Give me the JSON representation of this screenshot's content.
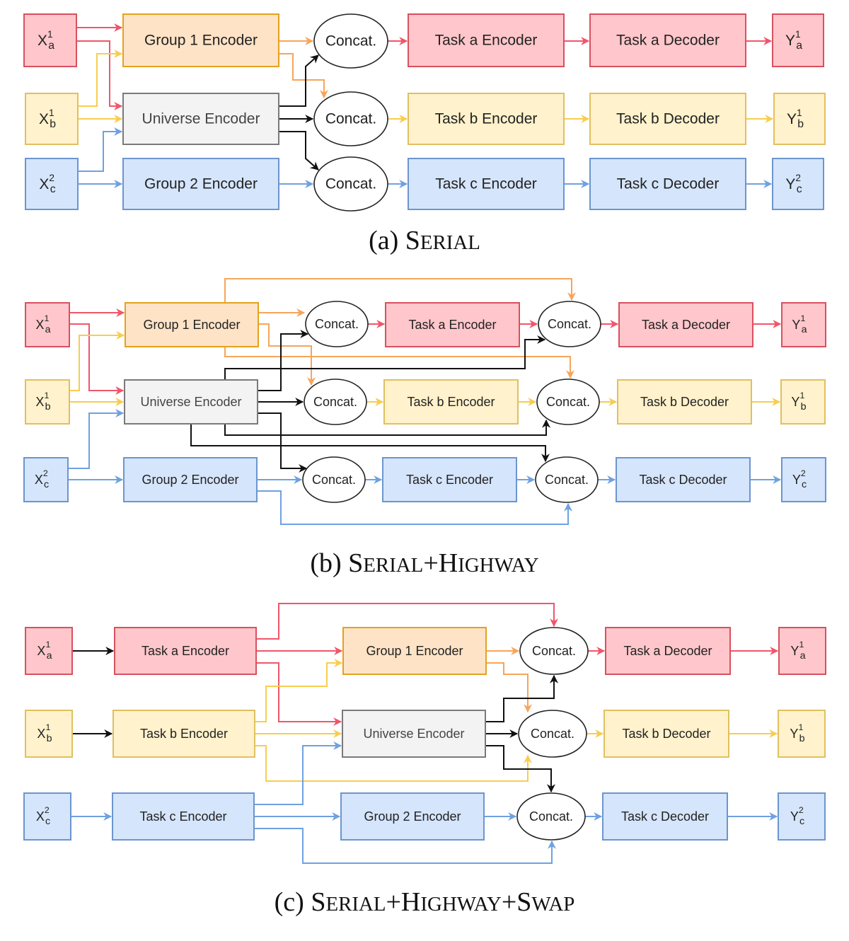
{
  "colors": {
    "red_fill": "#ffc7cb",
    "red_stroke": "#d9505f",
    "red_edge": "#f0566a",
    "yellow_fill": "#fff2cc",
    "yellow_stroke": "#e0c060",
    "yellow_edge": "#f8cd4e",
    "blue_fill": "#d5e5fb",
    "blue_stroke": "#6c95cf",
    "blue_edge": "#6fa1e0",
    "orange_fill": "#ffe3c6",
    "orange_stroke": "#e4a21f",
    "orange_edge": "#f6a55c",
    "gray_fill": "#f3f3f3",
    "gray_stroke": "#7a7a7a",
    "black_edge": "#111111",
    "ellipse_fill": "#ffffff",
    "ellipse_stroke": "#222222"
  },
  "labels": {
    "x1a": {
      "base": "X",
      "sup": "1",
      "sub": "a"
    },
    "x1b": {
      "base": "X",
      "sup": "1",
      "sub": "b"
    },
    "x2c": {
      "base": "X",
      "sup": "2",
      "sub": "c"
    },
    "y1a": {
      "base": "Y",
      "sup": "1",
      "sub": "a"
    },
    "y1b": {
      "base": "Y",
      "sup": "1",
      "sub": "b"
    },
    "y2c": {
      "base": "Y",
      "sup": "2",
      "sub": "c"
    },
    "group1": "Group 1 Encoder",
    "group2": "Group 2 Encoder",
    "universe": "Universe Encoder",
    "concat": "Concat.",
    "task_a_enc": "Task a Encoder",
    "task_b_enc": "Task b Encoder",
    "task_c_enc": "Task c Encoder",
    "task_a_dec": "Task a Decoder",
    "task_b_dec": "Task b Decoder",
    "task_c_dec": "Task c Decoder"
  },
  "panels": [
    {
      "id": "a",
      "caption_prefix": "(a) ",
      "caption_parts": [
        "SERIAL"
      ],
      "caption_join": "+",
      "nodes": [
        {
          "id": "x1a",
          "label": "x1a",
          "color": "red",
          "kind": "box"
        },
        {
          "id": "x1b",
          "label": "x1b",
          "color": "yellow",
          "kind": "box"
        },
        {
          "id": "x2c",
          "label": "x2c",
          "color": "blue",
          "kind": "box"
        },
        {
          "id": "g1",
          "label": "group1",
          "color": "orange",
          "kind": "box"
        },
        {
          "id": "u",
          "label": "universe",
          "color": "gray",
          "kind": "box"
        },
        {
          "id": "g2",
          "label": "group2",
          "color": "blue",
          "kind": "box"
        },
        {
          "id": "ca",
          "label": "concat",
          "kind": "ellipse"
        },
        {
          "id": "cb",
          "label": "concat",
          "kind": "ellipse"
        },
        {
          "id": "cc",
          "label": "concat",
          "kind": "ellipse"
        },
        {
          "id": "tae",
          "label": "task_a_enc",
          "color": "red",
          "kind": "box"
        },
        {
          "id": "tbe",
          "label": "task_b_enc",
          "color": "yellow",
          "kind": "box"
        },
        {
          "id": "tce",
          "label": "task_c_enc",
          "color": "blue",
          "kind": "box"
        },
        {
          "id": "tad",
          "label": "task_a_dec",
          "color": "red",
          "kind": "box"
        },
        {
          "id": "tbd",
          "label": "task_b_dec",
          "color": "yellow",
          "kind": "box"
        },
        {
          "id": "tcd",
          "label": "task_c_dec",
          "color": "blue",
          "kind": "box"
        },
        {
          "id": "y1a",
          "label": "y1a",
          "color": "red",
          "kind": "box"
        },
        {
          "id": "y1b",
          "label": "y1b",
          "color": "yellow",
          "kind": "box"
        },
        {
          "id": "y2c",
          "label": "y2c",
          "color": "blue",
          "kind": "box"
        }
      ],
      "edges": [
        {
          "from": "x1a",
          "to": "g1",
          "color": "red"
        },
        {
          "from": "x1a",
          "to": "u",
          "color": "red"
        },
        {
          "from": "x1b",
          "to": "g1",
          "color": "yellow"
        },
        {
          "from": "x1b",
          "to": "u",
          "color": "yellow"
        },
        {
          "from": "x2c",
          "to": "u",
          "color": "blue"
        },
        {
          "from": "x2c",
          "to": "g2",
          "color": "blue"
        },
        {
          "from": "g1",
          "to": "ca",
          "color": "orange"
        },
        {
          "from": "g1",
          "to": "cb",
          "color": "orange"
        },
        {
          "from": "u",
          "to": "ca",
          "color": "black"
        },
        {
          "from": "u",
          "to": "cb",
          "color": "black"
        },
        {
          "from": "u",
          "to": "cc",
          "color": "black"
        },
        {
          "from": "g2",
          "to": "cc",
          "color": "blue"
        },
        {
          "from": "ca",
          "to": "tae",
          "color": "red"
        },
        {
          "from": "cb",
          "to": "tbe",
          "color": "yellow"
        },
        {
          "from": "cc",
          "to": "tce",
          "color": "blue"
        },
        {
          "from": "tae",
          "to": "tad",
          "color": "red"
        },
        {
          "from": "tbe",
          "to": "tbd",
          "color": "yellow"
        },
        {
          "from": "tce",
          "to": "tcd",
          "color": "blue"
        },
        {
          "from": "tad",
          "to": "y1a",
          "color": "red"
        },
        {
          "from": "tbd",
          "to": "y1b",
          "color": "yellow"
        },
        {
          "from": "tcd",
          "to": "y2c",
          "color": "blue"
        }
      ]
    },
    {
      "id": "b",
      "caption_prefix": "(b) ",
      "caption_parts": [
        "SERIAL",
        "HIGHWAY"
      ],
      "caption_join": "+",
      "nodes": [
        {
          "id": "x1a",
          "label": "x1a",
          "color": "red",
          "kind": "box"
        },
        {
          "id": "x1b",
          "label": "x1b",
          "color": "yellow",
          "kind": "box"
        },
        {
          "id": "x2c",
          "label": "x2c",
          "color": "blue",
          "kind": "box"
        },
        {
          "id": "g1",
          "label": "group1",
          "color": "orange",
          "kind": "box"
        },
        {
          "id": "u",
          "label": "universe",
          "color": "gray",
          "kind": "box"
        },
        {
          "id": "g2",
          "label": "group2",
          "color": "blue",
          "kind": "box"
        },
        {
          "id": "c1a",
          "label": "concat",
          "kind": "ellipse"
        },
        {
          "id": "c1b",
          "label": "concat",
          "kind": "ellipse"
        },
        {
          "id": "c1c",
          "label": "concat",
          "kind": "ellipse"
        },
        {
          "id": "tae",
          "label": "task_a_enc",
          "color": "red",
          "kind": "box"
        },
        {
          "id": "tbe",
          "label": "task_b_enc",
          "color": "yellow",
          "kind": "box"
        },
        {
          "id": "tce",
          "label": "task_c_enc",
          "color": "blue",
          "kind": "box"
        },
        {
          "id": "c2a",
          "label": "concat",
          "kind": "ellipse"
        },
        {
          "id": "c2b",
          "label": "concat",
          "kind": "ellipse"
        },
        {
          "id": "c2c",
          "label": "concat",
          "kind": "ellipse"
        },
        {
          "id": "tad",
          "label": "task_a_dec",
          "color": "red",
          "kind": "box"
        },
        {
          "id": "tbd",
          "label": "task_b_dec",
          "color": "yellow",
          "kind": "box"
        },
        {
          "id": "tcd",
          "label": "task_c_dec",
          "color": "blue",
          "kind": "box"
        },
        {
          "id": "y1a",
          "label": "y1a",
          "color": "red",
          "kind": "box"
        },
        {
          "id": "y1b",
          "label": "y1b",
          "color": "yellow",
          "kind": "box"
        },
        {
          "id": "y2c",
          "label": "y2c",
          "color": "blue",
          "kind": "box"
        }
      ],
      "edges": [
        {
          "from": "x1a",
          "to": "g1",
          "color": "red"
        },
        {
          "from": "x1a",
          "to": "u",
          "color": "red"
        },
        {
          "from": "x1b",
          "to": "g1",
          "color": "yellow"
        },
        {
          "from": "x1b",
          "to": "u",
          "color": "yellow"
        },
        {
          "from": "x2c",
          "to": "u",
          "color": "blue"
        },
        {
          "from": "x2c",
          "to": "g2",
          "color": "blue"
        },
        {
          "from": "g1",
          "to": "c1a",
          "color": "orange"
        },
        {
          "from": "g1",
          "to": "c1b",
          "color": "orange"
        },
        {
          "from": "g1",
          "to": "c2a",
          "color": "orange"
        },
        {
          "from": "g1",
          "to": "c2b",
          "color": "orange"
        },
        {
          "from": "u",
          "to": "c1a",
          "color": "black"
        },
        {
          "from": "u",
          "to": "c1b",
          "color": "black"
        },
        {
          "from": "u",
          "to": "c1c",
          "color": "black"
        },
        {
          "from": "u",
          "to": "c2a",
          "color": "black"
        },
        {
          "from": "u",
          "to": "c2b",
          "color": "black"
        },
        {
          "from": "u",
          "to": "c2c",
          "color": "black"
        },
        {
          "from": "g2",
          "to": "c1c",
          "color": "blue"
        },
        {
          "from": "g2",
          "to": "c2c",
          "color": "blue"
        },
        {
          "from": "c1a",
          "to": "tae",
          "color": "red"
        },
        {
          "from": "c1b",
          "to": "tbe",
          "color": "yellow"
        },
        {
          "from": "c1c",
          "to": "tce",
          "color": "blue"
        },
        {
          "from": "tae",
          "to": "c2a",
          "color": "red"
        },
        {
          "from": "tbe",
          "to": "c2b",
          "color": "yellow"
        },
        {
          "from": "tce",
          "to": "c2c",
          "color": "blue"
        },
        {
          "from": "c2a",
          "to": "tad",
          "color": "red"
        },
        {
          "from": "c2b",
          "to": "tbd",
          "color": "yellow"
        },
        {
          "from": "c2c",
          "to": "tcd",
          "color": "blue"
        },
        {
          "from": "tad",
          "to": "y1a",
          "color": "red"
        },
        {
          "from": "tbd",
          "to": "y1b",
          "color": "yellow"
        },
        {
          "from": "tcd",
          "to": "y2c",
          "color": "blue"
        }
      ]
    },
    {
      "id": "c",
      "caption_prefix": "(c) ",
      "caption_parts": [
        "SERIAL",
        "HIGHWAY",
        "SWAP"
      ],
      "caption_join": "+",
      "nodes": [
        {
          "id": "x1a",
          "label": "x1a",
          "color": "red",
          "kind": "box"
        },
        {
          "id": "x1b",
          "label": "x1b",
          "color": "yellow",
          "kind": "box"
        },
        {
          "id": "x2c",
          "label": "x2c",
          "color": "blue",
          "kind": "box"
        },
        {
          "id": "tae",
          "label": "task_a_enc",
          "color": "red",
          "kind": "box"
        },
        {
          "id": "tbe",
          "label": "task_b_enc",
          "color": "yellow",
          "kind": "box"
        },
        {
          "id": "tce",
          "label": "task_c_enc",
          "color": "blue",
          "kind": "box"
        },
        {
          "id": "g1",
          "label": "group1",
          "color": "orange",
          "kind": "box"
        },
        {
          "id": "u",
          "label": "universe",
          "color": "gray",
          "kind": "box"
        },
        {
          "id": "g2",
          "label": "group2",
          "color": "blue",
          "kind": "box"
        },
        {
          "id": "ca",
          "label": "concat",
          "kind": "ellipse"
        },
        {
          "id": "cb",
          "label": "concat",
          "kind": "ellipse"
        },
        {
          "id": "cc",
          "label": "concat",
          "kind": "ellipse"
        },
        {
          "id": "tad",
          "label": "task_a_dec",
          "color": "red",
          "kind": "box"
        },
        {
          "id": "tbd",
          "label": "task_b_dec",
          "color": "yellow",
          "kind": "box"
        },
        {
          "id": "tcd",
          "label": "task_c_dec",
          "color": "blue",
          "kind": "box"
        },
        {
          "id": "y1a",
          "label": "y1a",
          "color": "red",
          "kind": "box"
        },
        {
          "id": "y1b",
          "label": "y1b",
          "color": "yellow",
          "kind": "box"
        },
        {
          "id": "y2c",
          "label": "y2c",
          "color": "blue",
          "kind": "box"
        }
      ],
      "edges": [
        {
          "from": "x1a",
          "to": "tae",
          "color": "black"
        },
        {
          "from": "x1b",
          "to": "tbe",
          "color": "black"
        },
        {
          "from": "x2c",
          "to": "tce",
          "color": "blue"
        },
        {
          "from": "tae",
          "to": "ca",
          "color": "red"
        },
        {
          "from": "tae",
          "to": "g1",
          "color": "red"
        },
        {
          "from": "tae",
          "to": "u",
          "color": "red"
        },
        {
          "from": "tbe",
          "to": "g1",
          "color": "yellow"
        },
        {
          "from": "tbe",
          "to": "u",
          "color": "yellow"
        },
        {
          "from": "tbe",
          "to": "cb",
          "color": "yellow"
        },
        {
          "from": "tce",
          "to": "u",
          "color": "blue"
        },
        {
          "from": "tce",
          "to": "g2",
          "color": "blue"
        },
        {
          "from": "tce",
          "to": "cc",
          "color": "blue"
        },
        {
          "from": "g1",
          "to": "ca",
          "color": "orange"
        },
        {
          "from": "g1",
          "to": "cb",
          "color": "orange"
        },
        {
          "from": "u",
          "to": "ca",
          "color": "black"
        },
        {
          "from": "u",
          "to": "cb",
          "color": "black"
        },
        {
          "from": "u",
          "to": "cc",
          "color": "black"
        },
        {
          "from": "g2",
          "to": "cc",
          "color": "blue"
        },
        {
          "from": "ca",
          "to": "tad",
          "color": "red"
        },
        {
          "from": "cb",
          "to": "tbd",
          "color": "yellow"
        },
        {
          "from": "cc",
          "to": "tcd",
          "color": "blue"
        },
        {
          "from": "tad",
          "to": "y1a",
          "color": "red"
        },
        {
          "from": "tbd",
          "to": "y1b",
          "color": "yellow"
        },
        {
          "from": "tcd",
          "to": "y2c",
          "color": "blue"
        }
      ]
    }
  ]
}
